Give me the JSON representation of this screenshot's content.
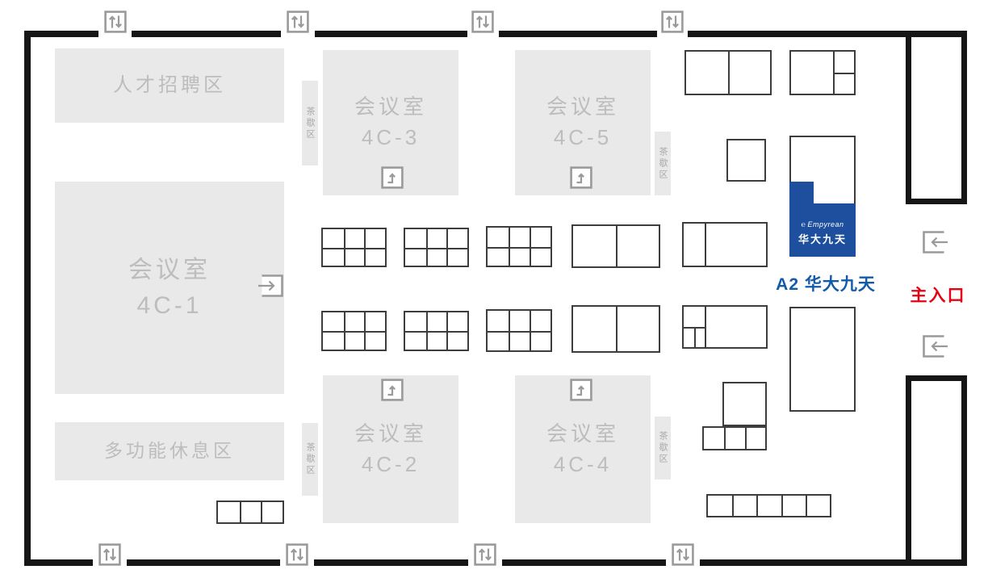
{
  "floorplan": {
    "rooms": {
      "recruitment": "人才招聘区",
      "meeting_room": "会议室",
      "c1": "4C-1",
      "c2": "4C-2",
      "c3": "4C-3",
      "c4": "4C-4",
      "c5": "4C-5",
      "lounge": "多功能休息区",
      "tea_break": "茶歇区"
    },
    "booth": {
      "logo_mark": "℮",
      "brand": "Empyrean",
      "brand_cn": "华大九天",
      "stand_label": "A2 华大九天"
    },
    "entrance": {
      "main_label": "主入口"
    },
    "colors": {
      "booth_blue": "#1d4f9e",
      "label_blue": "#135ba9",
      "entrance_red": "#e60012",
      "room_fill": "#e9e9e9",
      "room_text": "#bdbdbd",
      "wall": "#161616",
      "booth_line": "#3d3d3d",
      "icon_gray": "#9a9a9a"
    },
    "icons": [
      "escalator-icon",
      "stairs-icon",
      "door-icon",
      "empyrean-logo-icon"
    ]
  }
}
